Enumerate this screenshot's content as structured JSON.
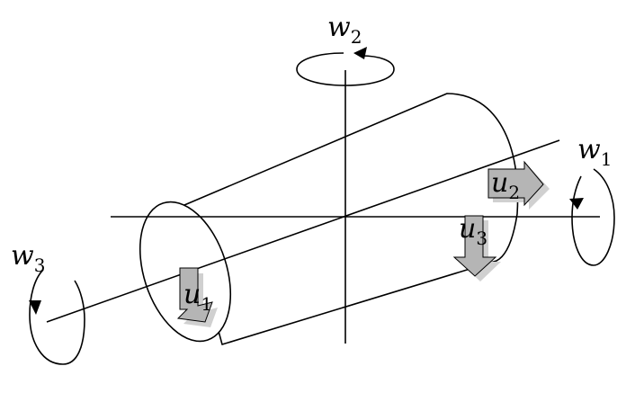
{
  "labels": {
    "w1": {
      "base": "w",
      "sub": "1"
    },
    "w2": {
      "base": "w",
      "sub": "2"
    },
    "w3": {
      "base": "w",
      "sub": "3"
    },
    "u1": {
      "base": "u",
      "sub": "1"
    },
    "u2": {
      "base": "u",
      "sub": "2"
    },
    "u3": {
      "base": "u",
      "sub": "3"
    }
  },
  "colors": {
    "line": "#000000",
    "arrow_fill": "#b5b5b5",
    "arrow_shadow": "#d0d0d0",
    "background": "#ffffff"
  }
}
